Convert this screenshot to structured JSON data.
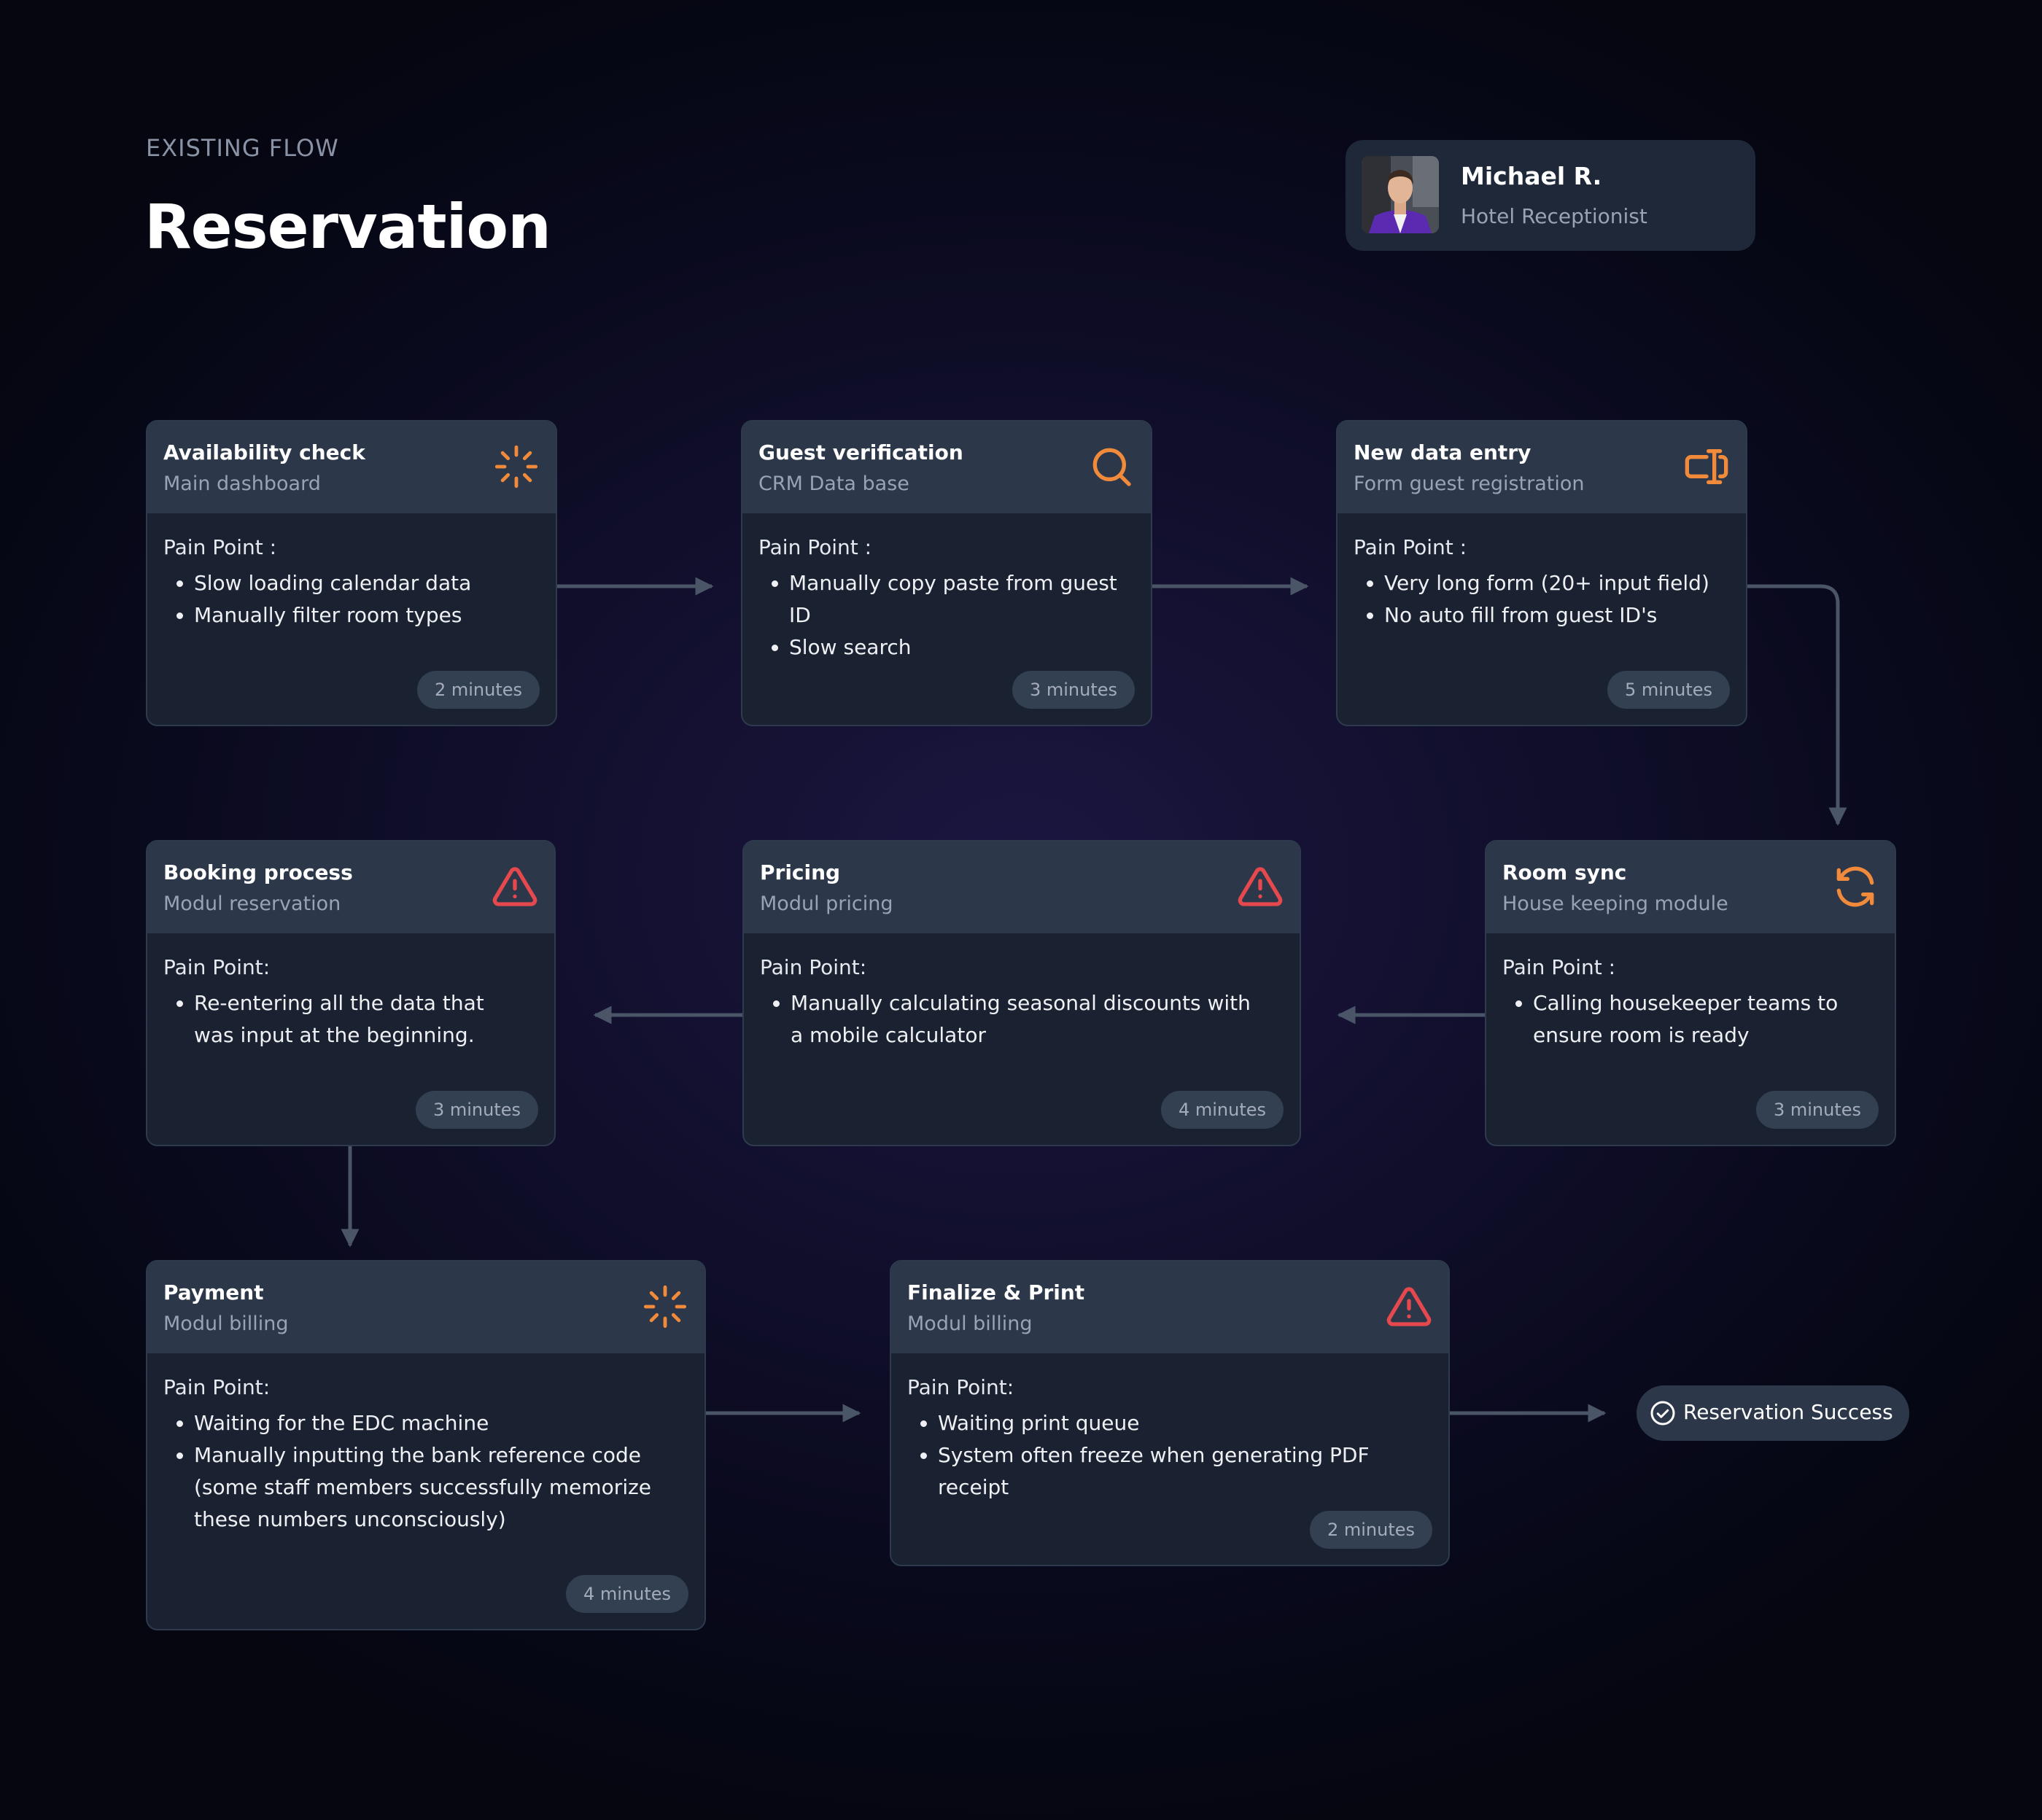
{
  "header": {
    "eyebrow": "EXISTING FLOW",
    "title": "Reservation"
  },
  "persona": {
    "name": "Michael R.",
    "role": "Hotel Receptionist"
  },
  "colors": {
    "accent_orange": "#f28a3b",
    "alert_red": "#e5484d",
    "card_bg": "#1a2231",
    "card_header_bg": "#2c3849",
    "connector": "#4b5568"
  },
  "steps": [
    {
      "title": "Availability check",
      "subtitle": "Main dashboard",
      "icon": "loader-icon",
      "pain_label": "Pain Point :",
      "pain_points": [
        "Slow loading calendar data",
        "Manually filter room types"
      ],
      "duration": "2 minutes"
    },
    {
      "title": "Guest verification",
      "subtitle": "CRM Data base",
      "icon": "search-icon",
      "pain_label": "Pain Point :",
      "pain_points": [
        "Manually copy paste from guest ID",
        "Slow search"
      ],
      "duration": "3 minutes"
    },
    {
      "title": "New data entry",
      "subtitle": "Form guest registration",
      "icon": "form-input-icon",
      "pain_label": "Pain Point :",
      "pain_points": [
        "Very long form (20+ input field)",
        "No auto fill from guest ID's"
      ],
      "duration": "5 minutes"
    },
    {
      "title": "Room sync",
      "subtitle": "House keeping module",
      "icon": "refresh-icon",
      "pain_label": "Pain Point :",
      "pain_points": [
        "Calling housekeeper teams to ensure room is ready"
      ],
      "duration": "3 minutes"
    },
    {
      "title": "Pricing",
      "subtitle": "Modul pricing",
      "icon": "warning-icon",
      "pain_label": "Pain Point:",
      "pain_points": [
        "Manually calculating seasonal discounts with a mobile calculator"
      ],
      "duration": "4 minutes"
    },
    {
      "title": "Booking process",
      "subtitle": "Modul reservation",
      "icon": "warning-icon",
      "pain_label": "Pain Point:",
      "pain_points": [
        "Re-entering all the data that was input at the beginning."
      ],
      "duration": "3 minutes"
    },
    {
      "title": "Payment",
      "subtitle": "Modul billing",
      "icon": "loader-icon",
      "pain_label": "Pain Point:",
      "pain_points": [
        "Waiting for the EDC machine",
        "Manually inputting the bank reference code (some staff members successfully memorize these numbers unconsciously)"
      ],
      "duration": "4 minutes"
    },
    {
      "title": "Finalize & Print",
      "subtitle": "Modul billing",
      "icon": "warning-icon",
      "pain_label": "Pain Point:",
      "pain_points": [
        "Waiting print queue",
        "System often freeze when generating PDF receipt"
      ],
      "duration": "2 minutes"
    }
  ],
  "outcome": {
    "label": "Reservation Success",
    "icon": "check-circle-icon"
  }
}
